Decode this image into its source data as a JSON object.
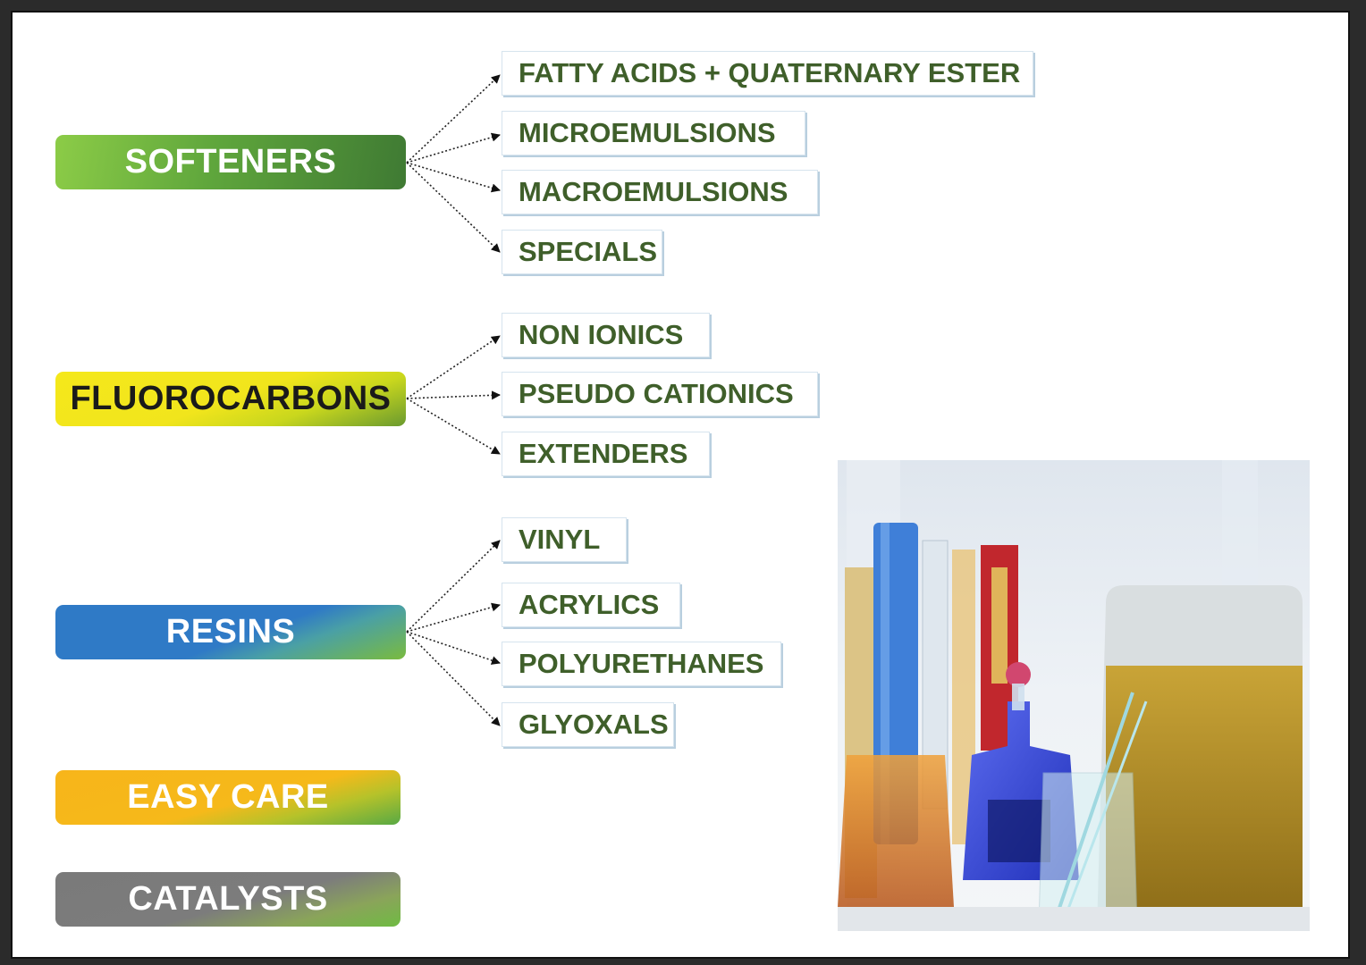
{
  "categories": {
    "softeners": "SOFTENERS",
    "fluorocarbons": "FLUOROCARBONS",
    "resins": "RESINS",
    "easy_care": "EASY CARE",
    "catalysts": "CATALYSTS"
  },
  "subcategories": {
    "softeners": [
      "FATTY ACIDS + QUATERNARY ESTER",
      "MICROEMULSIONS",
      "MACROEMULSIONS",
      "SPECIALS"
    ],
    "fluorocarbons": [
      "NON IONICS",
      "PSEUDO CATIONICS",
      "EXTENDERS"
    ],
    "resins": [
      "VINYL",
      "ACRYLICS",
      "POLYURETHANES",
      "GLYOXALS"
    ]
  },
  "colors": {
    "softeners": "#5fa63c",
    "fluorocarbons": "#f1e51c",
    "resins": "#2f7ac6",
    "easy_care": "#f6b91a",
    "catalysts": "#7c7c7c",
    "subcategory_text": "#3f5f2a"
  },
  "image": {
    "subject": "laboratory glassware with colored liquids"
  }
}
